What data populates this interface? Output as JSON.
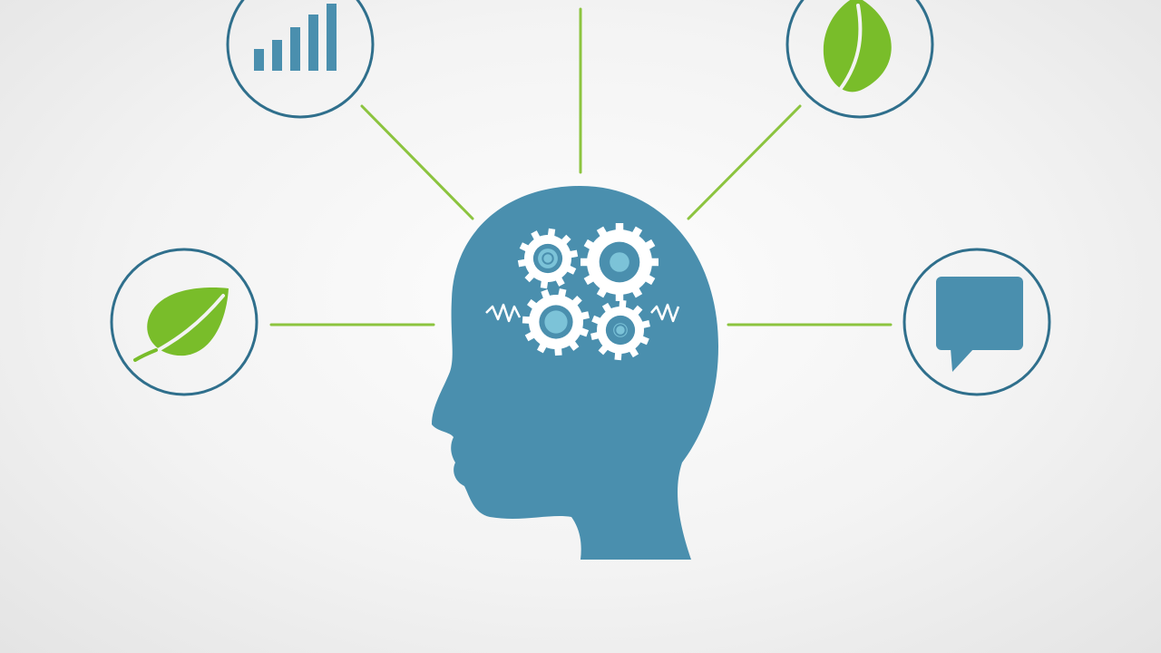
{
  "colors": {
    "background": "#f3f3f3",
    "head": "#4a8fae",
    "ring": "#2f6f8c",
    "connector": "#8cc43f",
    "leaf": "#79bd2a",
    "gear": "#ffffff",
    "gear_center": "#7cc3d8"
  },
  "central_figure": {
    "icon": "human-head-profile-icon",
    "inner_icon": "gears-icon",
    "gear_count": 4
  },
  "nodes": [
    {
      "id": "top-left",
      "icon": "bar-chart-icon"
    },
    {
      "id": "top-center",
      "icon": "none"
    },
    {
      "id": "top-right",
      "icon": "leaf-icon"
    },
    {
      "id": "left",
      "icon": "leaf-icon"
    },
    {
      "id": "right",
      "icon": "speech-bubble-icon"
    }
  ]
}
